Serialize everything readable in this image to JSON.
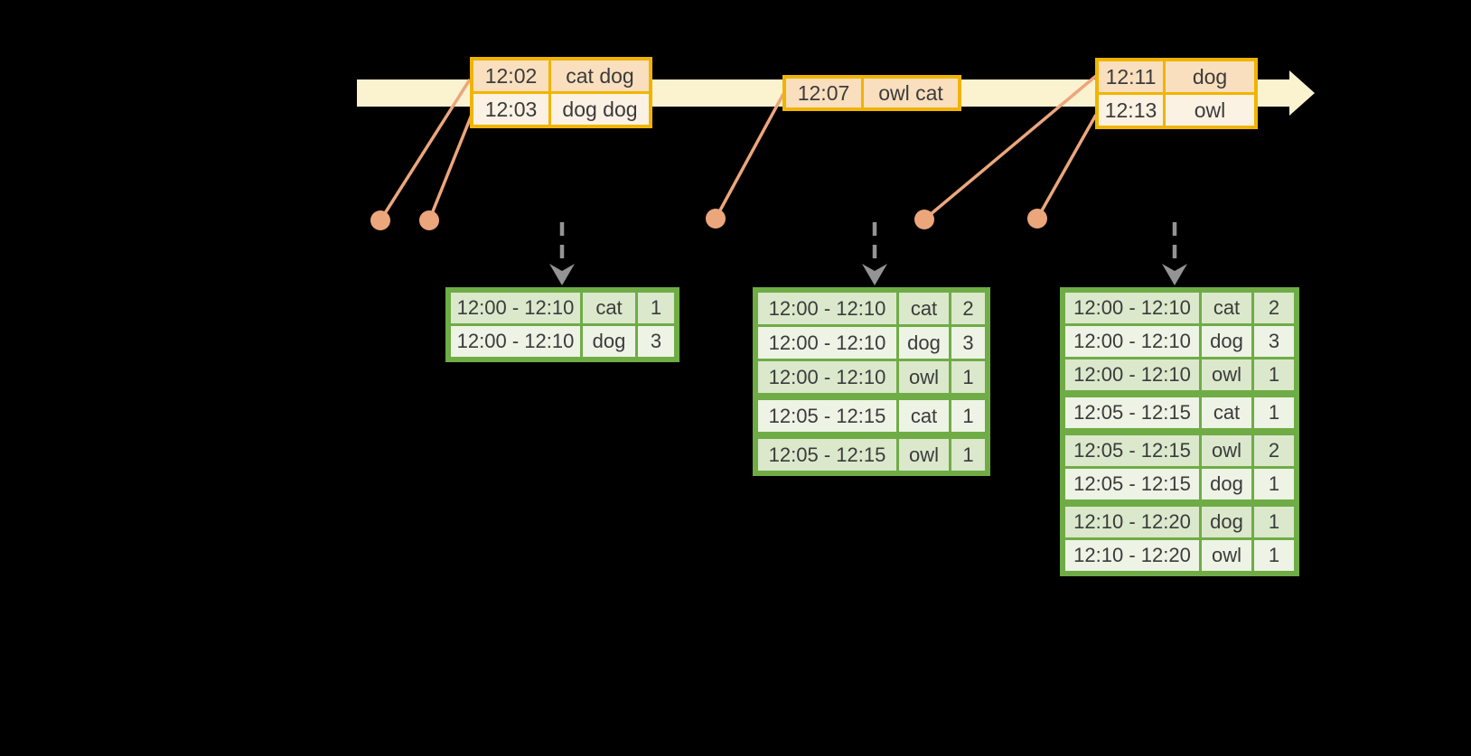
{
  "colors": {
    "background": "#000000",
    "timeline_fill": "#FBF2D0",
    "event_border": "#F0B400",
    "event_row_dark": "#F9DFBE",
    "event_row_light": "#FCF2E4",
    "salmon": "#ECA67C",
    "arrow_gray": "#949494",
    "result_border": "#6FAC46",
    "result_row_dark": "#DBE8CC",
    "result_row_light": "#EDF3E5",
    "text": "#3B3B3B"
  },
  "icons": {
    "timeline": "arrow-right-icon",
    "trigger": "arrow-down-dashed-icon",
    "event_marker": "dot-icon"
  },
  "event_tables": [
    {
      "rows": [
        {
          "time": "12:02",
          "words": "cat dog"
        },
        {
          "time": "12:03",
          "words": "dog dog"
        }
      ]
    },
    {
      "rows": [
        {
          "time": "12:07",
          "words": "owl cat"
        }
      ]
    },
    {
      "rows": [
        {
          "time": "12:11",
          "words": "dog"
        },
        {
          "time": "12:13",
          "words": "owl"
        }
      ]
    }
  ],
  "result_tables": [
    {
      "rows": [
        {
          "window": "12:00 - 12:10",
          "word": "cat",
          "count": "1"
        },
        {
          "window": "12:00 - 12:10",
          "word": "dog",
          "count": "3"
        }
      ]
    },
    {
      "rows": [
        {
          "window": "12:00 - 12:10",
          "word": "cat",
          "count": "2"
        },
        {
          "window": "12:00 - 12:10",
          "word": "dog",
          "count": "3"
        },
        {
          "window": "12:00 - 12:10",
          "word": "owl",
          "count": "1"
        },
        {
          "window": "12:05 - 12:15",
          "word": "cat",
          "count": "1"
        },
        {
          "window": "12:05 - 12:15",
          "word": "owl",
          "count": "1"
        }
      ]
    },
    {
      "rows": [
        {
          "window": "12:00 - 12:10",
          "word": "cat",
          "count": "2"
        },
        {
          "window": "12:00 - 12:10",
          "word": "dog",
          "count": "3"
        },
        {
          "window": "12:00 - 12:10",
          "word": "owl",
          "count": "1"
        },
        {
          "window": "12:05 - 12:15",
          "word": "cat",
          "count": "1"
        },
        {
          "window": "12:05 - 12:15",
          "word": "owl",
          "count": "2"
        },
        {
          "window": "12:05 - 12:15",
          "word": "dog",
          "count": "1"
        },
        {
          "window": "12:10 - 12:20",
          "word": "dog",
          "count": "1"
        },
        {
          "window": "12:10 - 12:20",
          "word": "owl",
          "count": "1"
        }
      ]
    }
  ]
}
